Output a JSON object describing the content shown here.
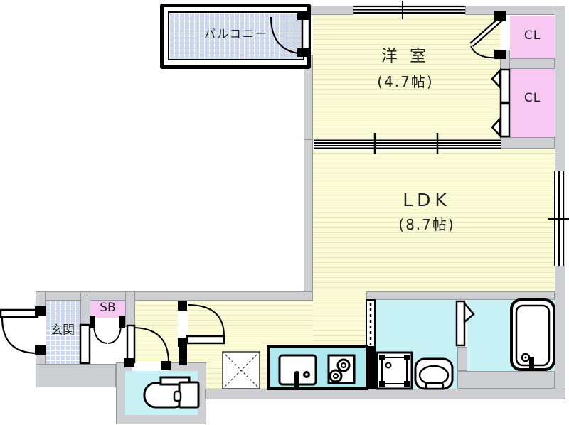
{
  "rooms": {
    "balcony": {
      "label": "バルコニー"
    },
    "western_room": {
      "label": "洋 室",
      "size": "(4.7帖)"
    },
    "ldk": {
      "label": "LDK",
      "size": "(8.7帖)"
    },
    "closet_upper": {
      "label": "CL"
    },
    "closet_lower": {
      "label": "CL"
    },
    "entrance": {
      "label": "玄関"
    },
    "shoe_box": {
      "label": "SB"
    }
  },
  "fixtures": [
    "bathtub",
    "wash-basin",
    "washing-machine-pan",
    "kitchen-sink",
    "gas-stove",
    "refrigerator-space",
    "toilet",
    "sliding-door",
    "folding-closet-door",
    "accordion-partition"
  ],
  "colors": {
    "wall": "#cdcfd2",
    "room_floor": "#fafad6",
    "water_area": "#c8f1f5",
    "closet": "#f7c9f2",
    "entrance_tile": "#ccd8ee",
    "line": "#000000"
  }
}
